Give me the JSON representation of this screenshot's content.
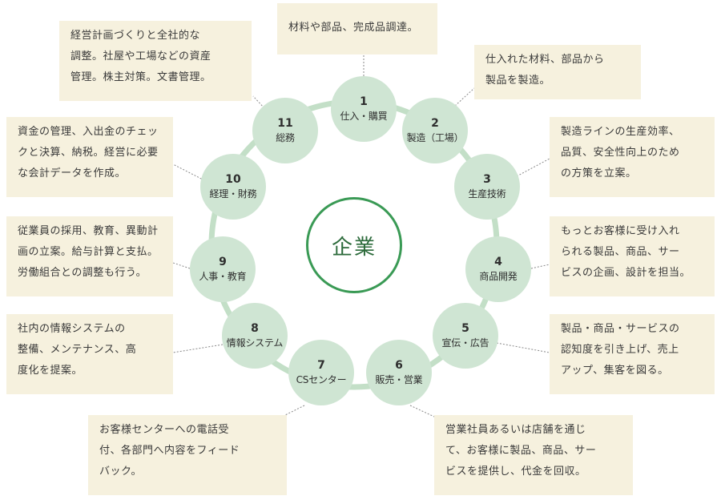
{
  "center_label": "企業",
  "nodes": [
    {
      "num": "1",
      "label": "仕入・購買"
    },
    {
      "num": "2",
      "label": "製造（工場）"
    },
    {
      "num": "3",
      "label": "生産技術"
    },
    {
      "num": "4",
      "label": "商品開発"
    },
    {
      "num": "5",
      "label": "宣伝・広告"
    },
    {
      "num": "6",
      "label": "販売・営業"
    },
    {
      "num": "7",
      "label": "CSセンター"
    },
    {
      "num": "8",
      "label": "情報システム"
    },
    {
      "num": "9",
      "label": "人事・教育"
    },
    {
      "num": "10",
      "label": "経理・財務"
    },
    {
      "num": "11",
      "label": "総務"
    }
  ],
  "descriptions": [
    {
      "text": "材料や部品、完成品調達。"
    },
    {
      "text": "仕入れた材料、部品から\n製品を製造。"
    },
    {
      "text": "製造ラインの生産効率、\n品質、安全性向上のため\nの方策を立案。"
    },
    {
      "text": "もっとお客様に受け入れ\nられる製品、商品、サー\nビスの企画、設計を担当。"
    },
    {
      "text": "製品・商品・サービスの\n認知度を引き上げ、売上\nアップ、集客を図る。"
    },
    {
      "text": "営業社員あるいは店舗を通じ\nて、お客様に製品、商品、サー\nビスを提供し、代金を回収。"
    },
    {
      "text": "お客様センターへの電話受\n付、各部門へ内容をフィード\nバック。"
    },
    {
      "text": "社内の情報システムの\n整備、メンテナンス、高\n度化を提案。"
    },
    {
      "text": "従業員の採用、教育、異動計\n画の立案。給与計算と支払。\n労働組合との調整も行う。"
    },
    {
      "text": "資金の管理、入出金のチェッ\nクと決算、納税。経営に必要\nな会計データを作成。"
    },
    {
      "text": "経営計画づくりと全社的な\n調整。社屋や工場などの資産\n管理。株主対策。文書管理。"
    }
  ],
  "colors": {
    "node_fill": "#cfe5d3",
    "ring_stroke": "#c3dfc7",
    "center_border": "#3a9a55",
    "box_fill": "#f6f1de",
    "leader_line": "#888888"
  }
}
